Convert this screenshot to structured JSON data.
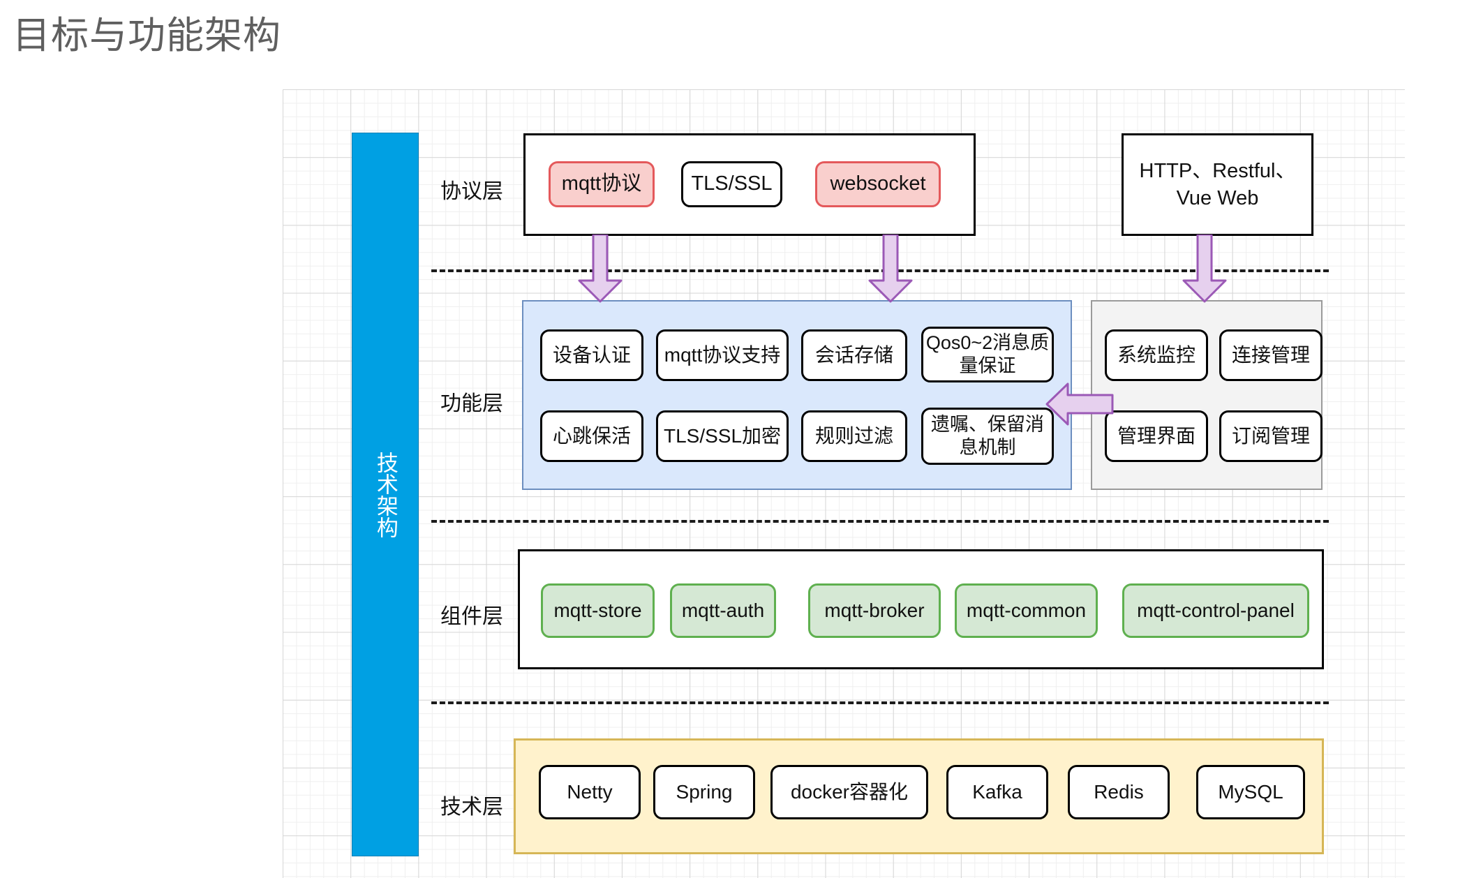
{
  "page": {
    "title": "目标与功能架构",
    "title_color": "#5f5f5f"
  },
  "colors": {
    "tech_arch_bar": "#00a0e3",
    "protocol_highlight_fill": "#f9cfcd",
    "protocol_highlight_border": "#e4595b",
    "function_group_fill": "#dae8fc",
    "function_group_border": "#6c8ebf",
    "management_group_fill": "#f3f3f3",
    "management_group_border": "#9a9a9a",
    "component_chip_fill": "#d5e8d4",
    "component_chip_border": "#5fb04f",
    "tech_group_fill": "#fff2cc",
    "tech_group_border": "#d6b656",
    "arrow_fill": "#e6d0ee",
    "arrow_border": "#9b59b6"
  },
  "vertical_bar": {
    "label": "技术架构"
  },
  "layers": {
    "protocol": {
      "label": "协议层",
      "nodes": [
        {
          "label": "mqtt协议",
          "style": "pink"
        },
        {
          "label": "TLS/SSL",
          "style": "white"
        },
        {
          "label": "websocket",
          "style": "pink"
        }
      ],
      "web_node": "HTTP、Restful、\nVue Web",
      "web_node_line1": "HTTP、Restful、",
      "web_node_line2": "Vue Web"
    },
    "function": {
      "label": "功能层",
      "nodes": [
        "设备认证",
        "mqtt协议支持",
        "会话存储",
        "Qos0~2消息质量保证",
        "心跳保活",
        "TLS/SSL加密",
        "规则过滤",
        "遗嘱、保留消息机制"
      ],
      "management_nodes": [
        "系统监控",
        "连接管理",
        "管理界面",
        "订阅管理"
      ]
    },
    "component": {
      "label": "组件层",
      "nodes": [
        "mqtt-store",
        "mqtt-auth",
        "mqtt-broker",
        "mqtt-common",
        "mqtt-control-panel"
      ]
    },
    "tech": {
      "label": "技术层",
      "nodes": [
        "Netty",
        "Spring",
        "docker容器化",
        "Kafka",
        "Redis",
        "MySQL"
      ]
    }
  }
}
